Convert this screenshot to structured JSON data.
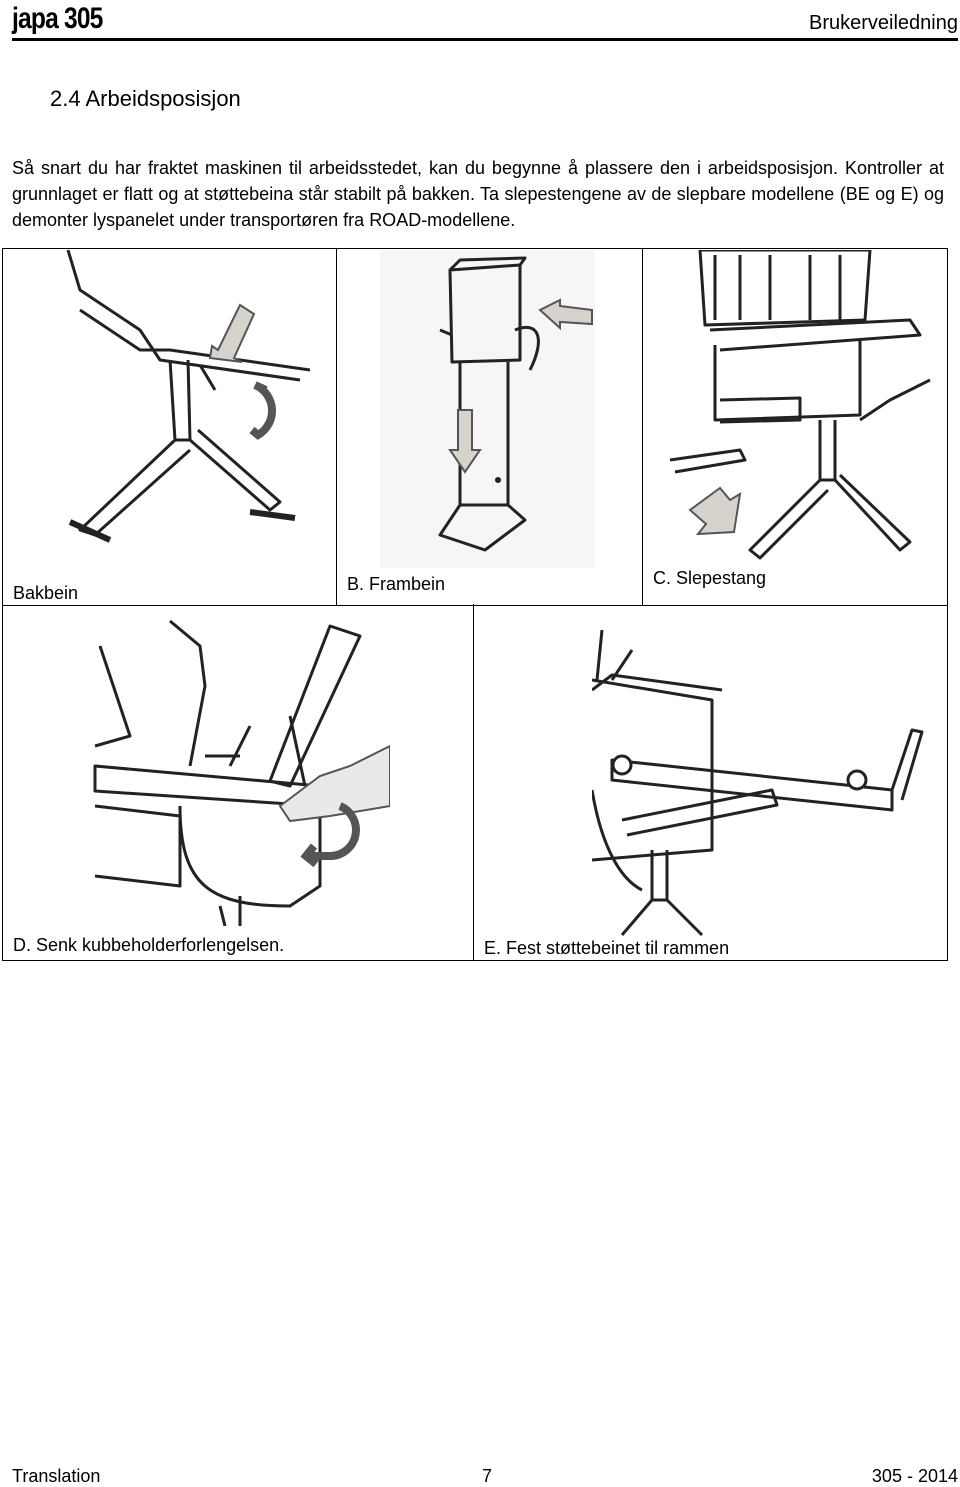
{
  "header": {
    "logo": "japa 305",
    "doc_type": "Brukerveiledning"
  },
  "section": {
    "title": "2.4 Arbeidsposisjon"
  },
  "intro": "Så snart du har fraktet maskinen til arbeidsstedet, kan du begynne å plassere den i arbeidsposisjon. Kontroller at grunnlaget er flatt og at støttebeina står stabilt på bakken. Ta slepestengene av de slepbare modellene (BE og E) og demonter lyspanelet under transportøren fra ROAD-modellene.",
  "figures": {
    "a": {
      "caption": "Bakbein",
      "icon": "rear-leg-illustration"
    },
    "b": {
      "caption": "B. Frambein",
      "icon": "front-leg-illustration"
    },
    "c": {
      "caption": "C. Slepestang",
      "icon": "tow-bar-illustration"
    },
    "d": {
      "caption": "D. Senk kubbeholderforlengelsen.",
      "icon": "log-holder-extension-illustration"
    },
    "e": {
      "caption": "E. Fest støttebeinet til rammen",
      "icon": "support-leg-frame-illustration"
    }
  },
  "colors": {
    "arrow_fill": "#d8d2cc",
    "line": "#222222"
  },
  "footer": {
    "left": "Translation",
    "page": "7",
    "right": "305 - 2014"
  }
}
